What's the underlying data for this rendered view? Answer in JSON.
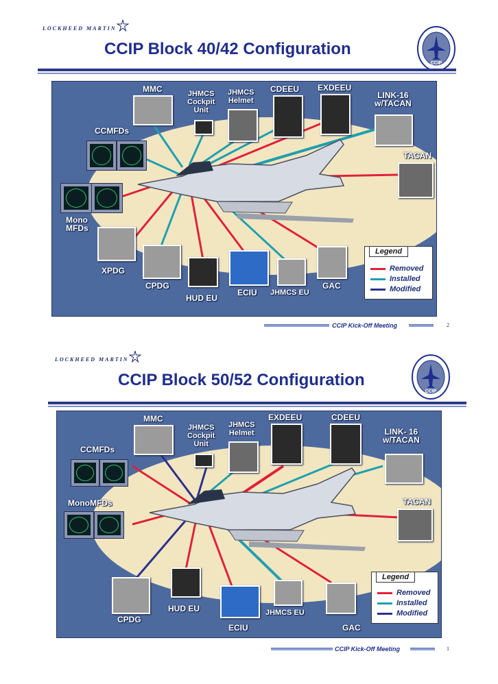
{
  "slides": [
    {
      "brand": "LOCKHEED MARTIN",
      "title": "CCIP Block 40/42 Configuration",
      "seal_text": "CCIP",
      "labels": {
        "mmc": "MMC",
        "jhmcs_cockpit": "JHMCS\nCockpit\nUnit",
        "jhmcs_helmet": "JHMCS\nHelmet",
        "cdeeu": "CDEEU",
        "exdeeu": "EXDEEU",
        "link16": "LINK-16\nw/TACAN",
        "tacan": "TACAN",
        "ccmfds": "CCMFDs",
        "mono_mfds": "Mono\nMFDs",
        "xpdg": "XPDG",
        "cpdg": "CPDG",
        "hud_eu": "HUD EU",
        "eciu": "ECIU",
        "jhmcs_eu": "JHMCS EU",
        "gac": "GAC"
      },
      "legend": {
        "title": "Legend",
        "removed": "Removed",
        "installed": "Installed",
        "modified": "Modified"
      },
      "footer": "CCIP Kick-Off Meeting",
      "page_number": "2"
    },
    {
      "brand": "LOCKHEED MARTIN",
      "title": "CCIP Block 50/52 Configuration",
      "seal_text": "CCIP",
      "labels": {
        "mmc": "MMC",
        "jhmcs_cockpit": "JHMCS\nCockpit\nUnit",
        "jhmcs_helmet": "JHMCS\nHelmet",
        "exdeeu": "EXDEEU",
        "cdeeu": "CDEEU",
        "link16": "LINK- 16\nw/TACAN",
        "tacan": "TACAN",
        "ccmfds": "CCMFDs",
        "mono_mfds": "MonoMFDs",
        "cpdg": "CPDG",
        "hud_eu": "HUD EU",
        "eciu": "ECIU",
        "jhmcs_eu": "JHMCS EU",
        "gac": "GAC"
      },
      "legend": {
        "title": "Legend",
        "removed": "Removed",
        "installed": "Installed",
        "modified": "Modified"
      },
      "footer": "CCIP Kick-Off Meeting",
      "page_number": "1"
    }
  ],
  "colors": {
    "removed": "#e0203a",
    "installed": "#1f9fb0",
    "modified": "#2b2f8f",
    "panel": "#4d6a9f",
    "ellipse": "#f2e6c1",
    "title": "#1f2e8c"
  }
}
